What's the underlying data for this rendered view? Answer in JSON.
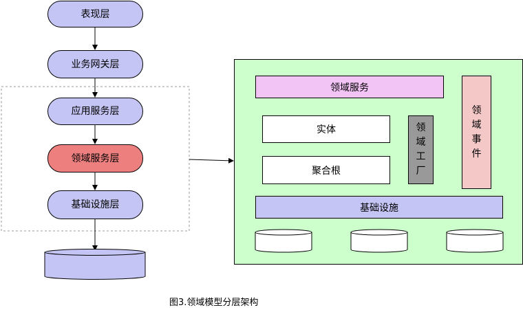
{
  "left_stack": {
    "presentation": "表现层",
    "gateway": "业务网关层",
    "application": "应用服务层",
    "domain": "领域服务层",
    "infrastructure": "基础设施层"
  },
  "domain_model": {
    "domain_service": "领域服务",
    "entity": "实体",
    "aggregate_root": "聚合根",
    "domain_factory": [
      "领",
      "域",
      "工",
      "厂"
    ],
    "domain_event": [
      "领",
      "域",
      "事",
      "件"
    ],
    "infrastructure": "基础设施"
  },
  "caption": "图3.领域模型分层架构",
  "colors": {
    "layer_blue": "#c5c5f5",
    "layer_red": "#ee7f7f",
    "panel_green": "#ccffcc",
    "service_pink": "#f2c4f5",
    "factory_gray": "#999999",
    "event_pink": "#f5c8c8"
  }
}
